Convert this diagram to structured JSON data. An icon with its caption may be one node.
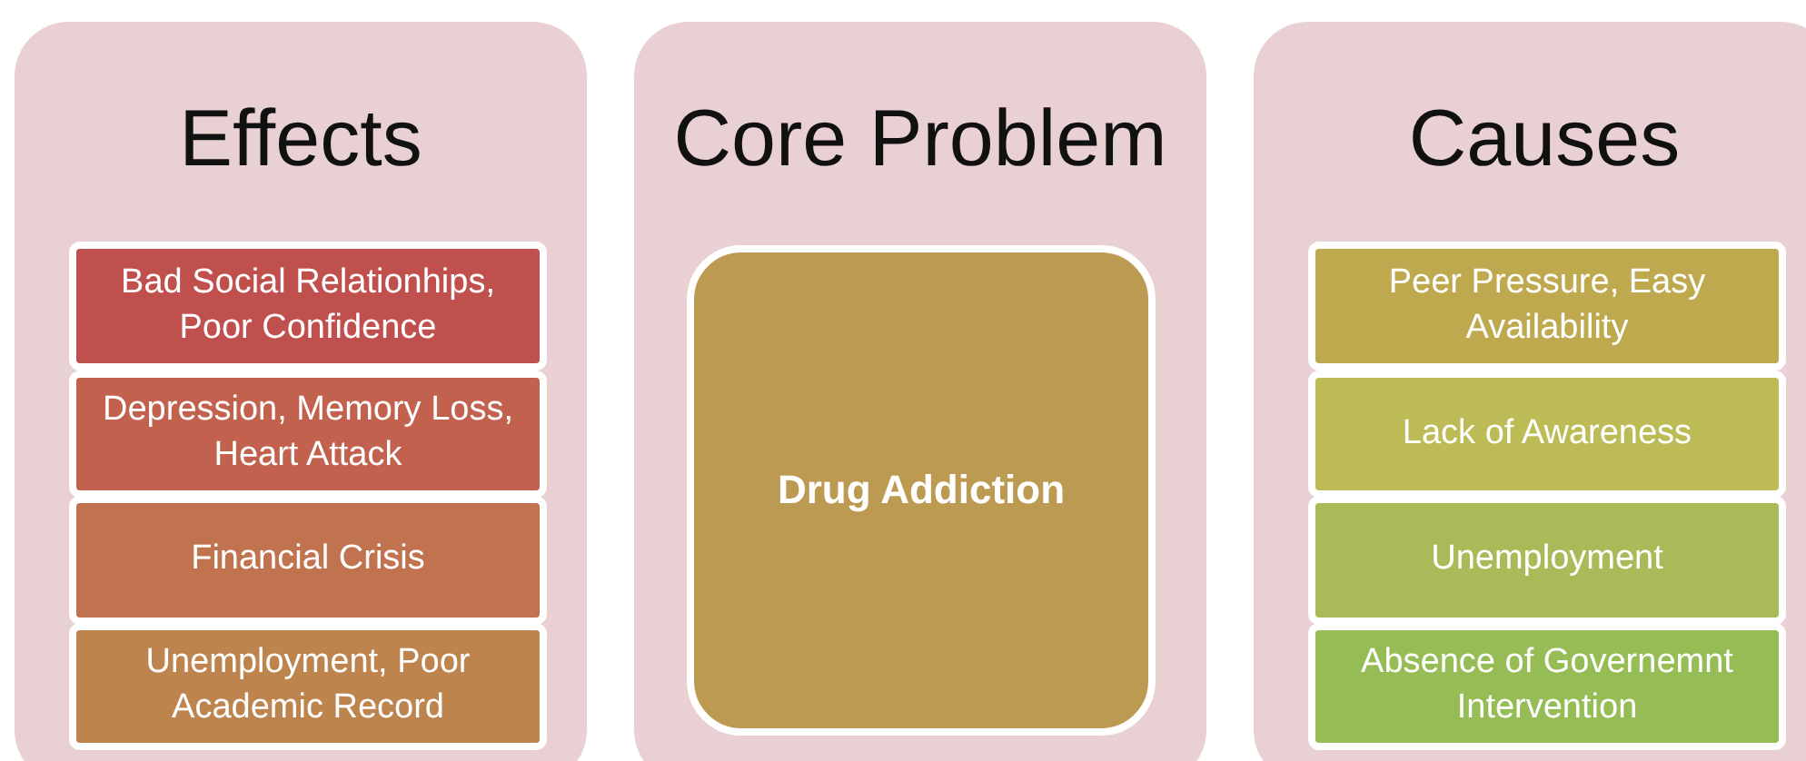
{
  "diagram": {
    "nodes": [
      {
        "text": [
          "Effects"
        ]
      },
      {
        "text": [
          "Bad Social Relationhips, Poor Confidence"
        ],
        "in": 0
      },
      {
        "text": [
          "Depression, Memory Loss, Heart Attack"
        ],
        "in": 0
      },
      {
        "text": [
          "Financial Crisis"
        ],
        "in": 0
      },
      {
        "text": [
          "Unemployment, Poor Academic Record"
        ],
        "in": 0
      },
      {
        "text": [
          "Core Problem"
        ]
      },
      {
        "text": [
          "Drug Addiction"
        ],
        "in": 5
      },
      {
        "text": [
          "Causes"
        ]
      },
      {
        "text": [
          "Peer Pressure, Easy Availability"
        ],
        "in": 7
      },
      {
        "text": [
          "Lack of Awareness"
        ],
        "in": 7
      },
      {
        "text": [
          "Unemployment"
        ],
        "in": 7
      },
      {
        "text": [
          "Absence of Governemnt Intervention"
        ],
        "in": 7
      }
    ]
  }
}
